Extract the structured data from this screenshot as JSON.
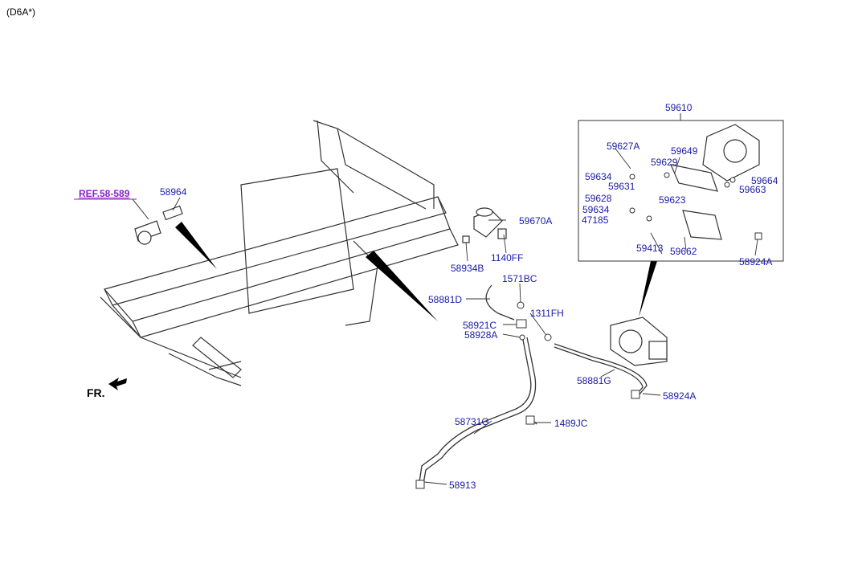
{
  "header": {
    "variant": "(D6A*)"
  },
  "direction": {
    "label": "FR."
  },
  "ref_link": {
    "label": "REF.58-589"
  },
  "assembly": {
    "label": "59610"
  },
  "part_labels": [
    "58964",
    "59670A",
    "58934B",
    "1140FF",
    "58881D",
    "1571BC",
    "1311FH",
    "58921C",
    "58928A",
    "58881G",
    "58924A",
    "58731G",
    "1489JC",
    "58913",
    "59627A",
    "59649",
    "59629",
    "59634",
    "59631",
    "59664",
    "59663",
    "59628",
    "59623",
    "59634",
    "47185",
    "59413",
    "59662",
    "58924A"
  ],
  "colors": {
    "label": "#1a1aa8",
    "ref": "#8a1ec8",
    "line": "#333333"
  }
}
